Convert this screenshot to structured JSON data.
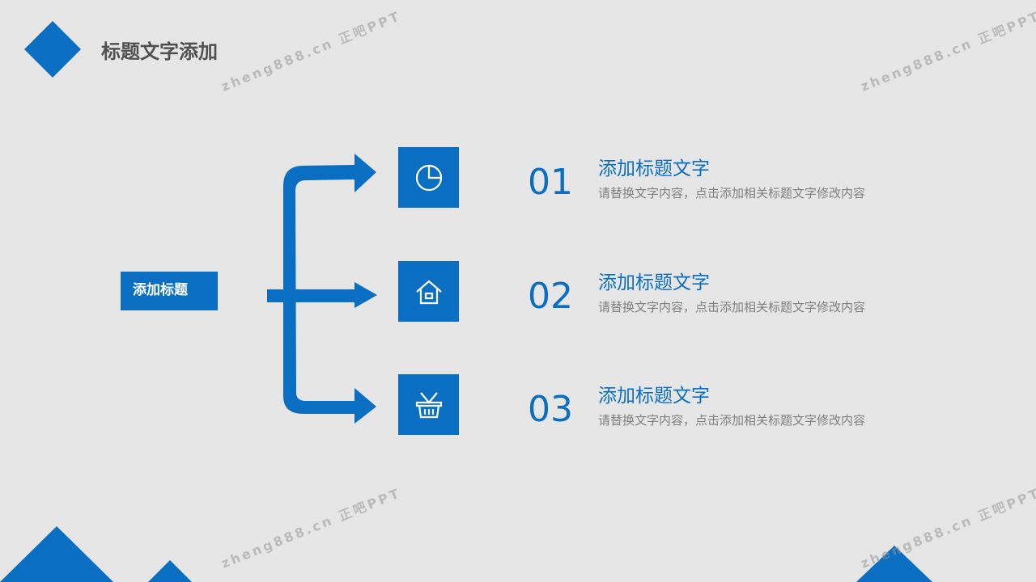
{
  "header": {
    "title": "标题文字添加"
  },
  "center_label": "添加标题",
  "items": [
    {
      "number": "01",
      "title": "添加标题文字",
      "desc": "请替换文字内容，点击添加相关标题文字修改内容",
      "icon": "pie-chart-icon"
    },
    {
      "number": "02",
      "title": "添加标题文字",
      "desc": "请替换文字内容，点击添加相关标题文字修改内容",
      "icon": "home-icon"
    },
    {
      "number": "03",
      "title": "添加标题文字",
      "desc": "请替换文字内容，点击添加相关标题文字修改内容",
      "icon": "basket-icon"
    }
  ],
  "watermark": "zheng888.cn 正吧PPT",
  "colors": {
    "accent": "#0a6fc2",
    "background": "#e7e6e7"
  }
}
